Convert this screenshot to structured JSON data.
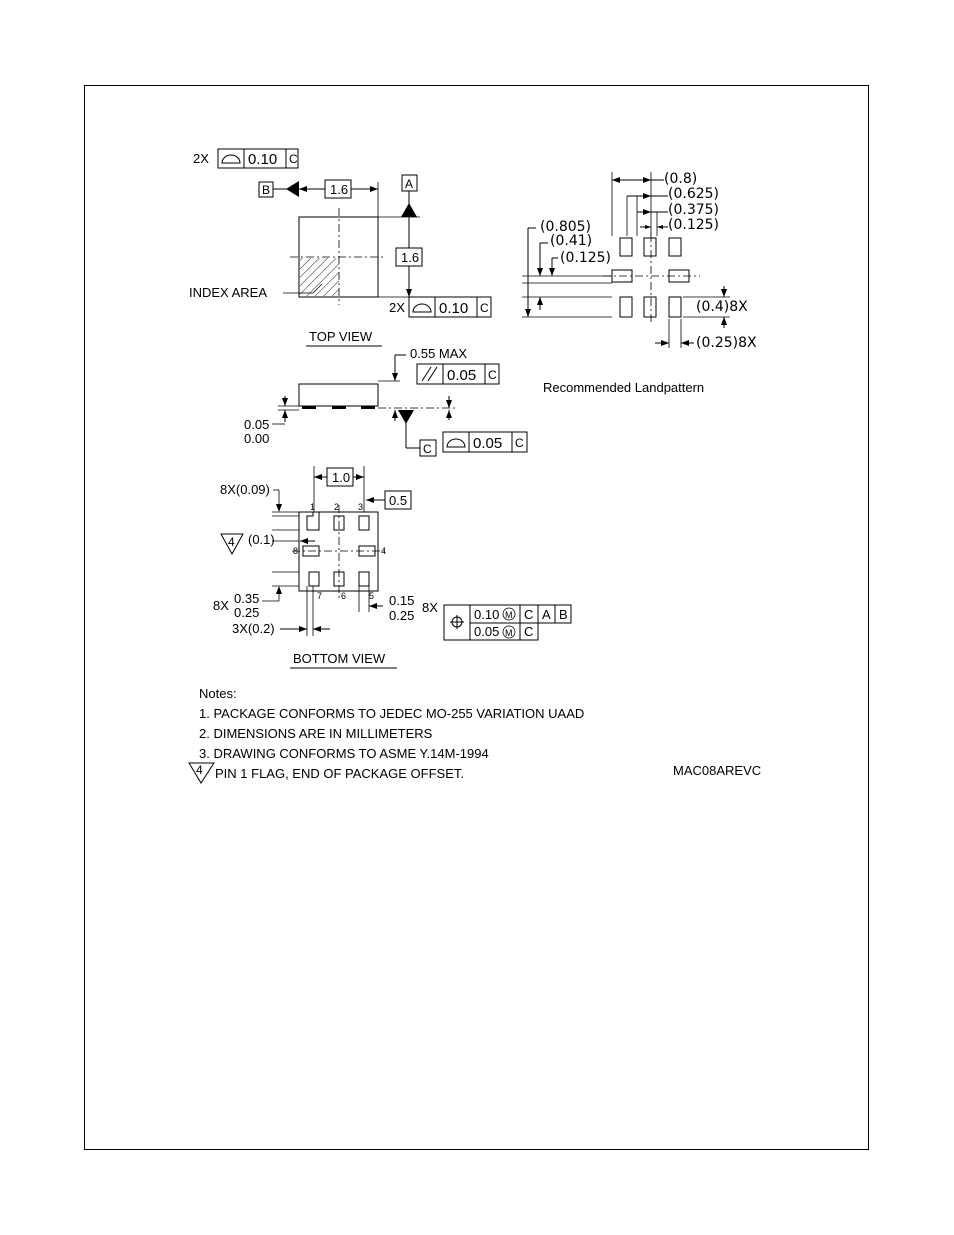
{
  "top_view": {
    "title": "TOP VIEW",
    "flatness_count": "2X",
    "flatness_value": "0.10",
    "datum_c": "C",
    "datum_a": "A",
    "datum_b": "B",
    "width_dim": "1.6",
    "height_dim": "1.6",
    "index_area_label": "INDEX AREA",
    "bottom_flatness_count": "2X",
    "bottom_flatness_value": "0.10"
  },
  "side_view": {
    "max_height": "0.55 MAX",
    "parallelism_value": "0.05",
    "datum_c": "C",
    "standoff_max": "0.05",
    "standoff_min": "0.00",
    "datum_label": "C",
    "flatness_value": "0.05"
  },
  "bottom_view": {
    "title": "BOTTOM VIEW",
    "pitch": "1.0",
    "half_pitch": "0.5",
    "pad_width_dim": "8X(0.09)",
    "flag_note_number": "4",
    "flag_offset": "(0.1)",
    "pin_numbers": [
      "1",
      "2",
      "3",
      "4",
      "5",
      "6",
      "7",
      "8"
    ],
    "pad_length_count": "8X",
    "pad_length_max": "0.35",
    "pad_length_min": "0.25",
    "pad_width_max": "0.15",
    "pad_width_min": "0.25",
    "pad_width_count": "8X",
    "spacing_dim": "3X(0.2)",
    "position_tol_1": "0.10",
    "position_tol_2": "0.05",
    "modifier": "M",
    "datum_c": "C",
    "datum_a": "A",
    "datum_b": "B"
  },
  "landpattern": {
    "caption": "Recommended Landpattern",
    "dims_top": [
      "(0.8)",
      "(0.625)",
      "(0.375)",
      "(0.125)"
    ],
    "dims_left": [
      "(0.805)",
      "(0.41)",
      "(0.125)"
    ],
    "pad_height": "(0.4)8X",
    "pad_width": "(0.25)8X"
  },
  "notes": {
    "heading": "Notes:",
    "items": [
      "1. PACKAGE CONFORMS TO JEDEC MO-255 VARIATION UAAD",
      "2. DIMENSIONS ARE IN MILLIMETERS",
      "3. DRAWING CONFORMS TO ASME Y.14M-1994",
      "PIN 1 FLAG, END OF PACKAGE OFFSET."
    ],
    "flag_number": "4"
  },
  "doc_code": "MAC08AREVC"
}
